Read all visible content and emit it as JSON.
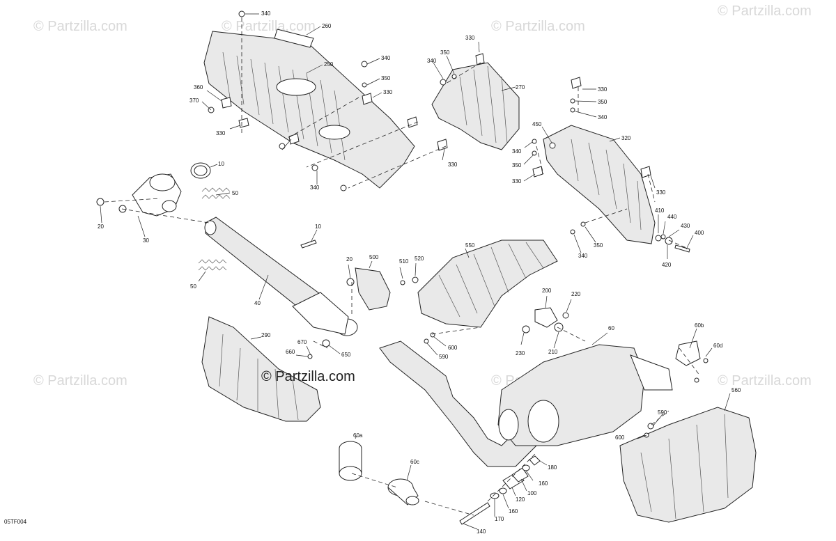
{
  "diagram_code": "05TF004",
  "watermark": "© Partzilla.com",
  "center_watermark": "© Partzilla.com",
  "callouts": [
    {
      "id": "c340a",
      "text": "340"
    },
    {
      "id": "c260",
      "text": "260"
    },
    {
      "id": "c250",
      "text": "250"
    },
    {
      "id": "c340b",
      "text": "340"
    },
    {
      "id": "c350a",
      "text": "350"
    },
    {
      "id": "c330a",
      "text": "330"
    },
    {
      "id": "c360",
      "text": "360"
    },
    {
      "id": "c370",
      "text": "370"
    },
    {
      "id": "c330b",
      "text": "330"
    },
    {
      "id": "c340c",
      "text": "340"
    },
    {
      "id": "c330c",
      "text": "330"
    },
    {
      "id": "c330d",
      "text": "330"
    },
    {
      "id": "c340d",
      "text": "340"
    },
    {
      "id": "c350b",
      "text": "350"
    },
    {
      "id": "c270",
      "text": "270"
    },
    {
      "id": "c330e",
      "text": "330"
    },
    {
      "id": "c350c",
      "text": "350"
    },
    {
      "id": "c340e",
      "text": "340"
    },
    {
      "id": "c450",
      "text": "450"
    },
    {
      "id": "c340f",
      "text": "340"
    },
    {
      "id": "c320",
      "text": "320"
    },
    {
      "id": "c350d",
      "text": "350"
    },
    {
      "id": "c330f",
      "text": "330"
    },
    {
      "id": "c330g",
      "text": "330"
    },
    {
      "id": "c410",
      "text": "410"
    },
    {
      "id": "c440",
      "text": "440"
    },
    {
      "id": "c430",
      "text": "430"
    },
    {
      "id": "c400",
      "text": "400"
    },
    {
      "id": "c420",
      "text": "420"
    },
    {
      "id": "c350e",
      "text": "350"
    },
    {
      "id": "c340g",
      "text": "340"
    },
    {
      "id": "c10a",
      "text": "10"
    },
    {
      "id": "c50a",
      "text": "50"
    },
    {
      "id": "c20a",
      "text": "20"
    },
    {
      "id": "c30",
      "text": "30"
    },
    {
      "id": "c10b",
      "text": "10"
    },
    {
      "id": "c50b",
      "text": "50"
    },
    {
      "id": "c40",
      "text": "40"
    },
    {
      "id": "c20b",
      "text": "20"
    },
    {
      "id": "c500",
      "text": "500"
    },
    {
      "id": "c510",
      "text": "510"
    },
    {
      "id": "c520",
      "text": "520"
    },
    {
      "id": "c550",
      "text": "550"
    },
    {
      "id": "c200",
      "text": "200"
    },
    {
      "id": "c220",
      "text": "220"
    },
    {
      "id": "c230",
      "text": "230"
    },
    {
      "id": "c210",
      "text": "210"
    },
    {
      "id": "c60",
      "text": "60"
    },
    {
      "id": "c600a",
      "text": "600"
    },
    {
      "id": "c590a",
      "text": "590"
    },
    {
      "id": "c290",
      "text": "290"
    },
    {
      "id": "c670",
      "text": "670"
    },
    {
      "id": "c660",
      "text": "660"
    },
    {
      "id": "c650",
      "text": "650"
    },
    {
      "id": "c60b",
      "text": "60b"
    },
    {
      "id": "c60d",
      "text": "60d"
    },
    {
      "id": "c560",
      "text": "560"
    },
    {
      "id": "c590b",
      "text": "590"
    },
    {
      "id": "c600b",
      "text": "600"
    },
    {
      "id": "c60a",
      "text": "60a"
    },
    {
      "id": "c60c",
      "text": "60c"
    },
    {
      "id": "c180",
      "text": "180"
    },
    {
      "id": "c160a",
      "text": "160"
    },
    {
      "id": "c100",
      "text": "100"
    },
    {
      "id": "c120",
      "text": "120"
    },
    {
      "id": "c160b",
      "text": "160"
    },
    {
      "id": "c170",
      "text": "170"
    },
    {
      "id": "c140",
      "text": "140"
    }
  ]
}
